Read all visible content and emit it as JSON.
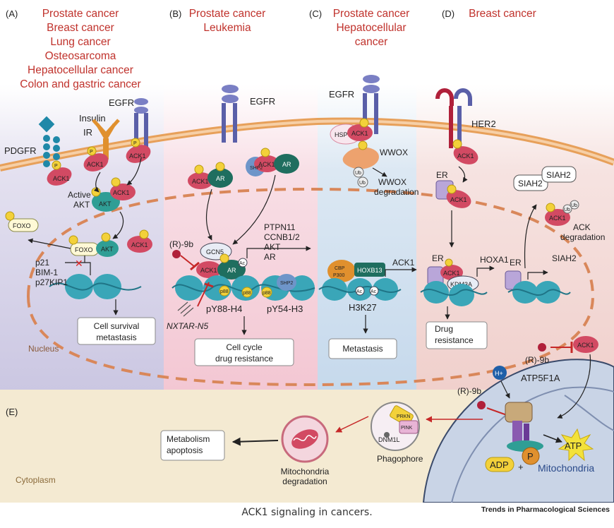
{
  "panels": {
    "a": {
      "label": "(A)",
      "cancers": [
        "Prostate cancer",
        "Breast cancer",
        "Lung cancer",
        "Osteosarcoma",
        "Hepatocellular cancer",
        "Colon and gastric cancer"
      ]
    },
    "b": {
      "label": "(B)",
      "cancers": [
        "Prostate cancer",
        "Leukemia"
      ]
    },
    "c": {
      "label": "(C)",
      "cancers": [
        "Prostate cancer",
        "Hepatocellular",
        "cancer"
      ]
    },
    "d": {
      "label": "(D)",
      "cancers": [
        "Breast cancer"
      ]
    },
    "e": {
      "label": "(E)"
    }
  },
  "labels": {
    "egfr": "EGFR",
    "pdgfr": "PDGFR",
    "insulin": "Insulin",
    "ir": "IR",
    "her2": "HER2",
    "ack1": "ACK1",
    "ack": "ACK",
    "akt": "AKT",
    "active": "Active",
    "foxo": "FOXO",
    "ar": "AR",
    "er": "ER",
    "gcn5": "GCN5",
    "shp2": "SHP2",
    "hsp": "HSP",
    "wwox": "WWOX",
    "wwox_deg": "WWOX",
    "degradation": "degradation",
    "ub": "Ub",
    "siah2": "SIAH2",
    "p": "P",
    "ac": "Ac",
    "p88": "p88",
    "r9b": "(R)-9b",
    "nxtar": "NXTAR-N5",
    "targets_b": [
      "PTPN11",
      "CCNB1/2",
      "AKT",
      "AR"
    ],
    "targets_a": [
      "p21",
      "BIM-1",
      "p27KIP1"
    ],
    "py88": "pY88-H4",
    "py54": "pY54-H3",
    "cbp": "CBP",
    "p300": "P300",
    "hoxb13": "HOXB13",
    "h3k27": "H3K27",
    "hoxa1": "HOXA1",
    "kdm3a": "KDM3A",
    "nucleus": "Nucleus",
    "atp5f1a": "ATP5F1A",
    "h_plus": "H+",
    "atp": "ATP",
    "adp": "ADP",
    "plus": "+",
    "prkn": "PRKN",
    "pink": "PINK",
    "dnm1l": "DNM1L",
    "phagophore": "Phagophore",
    "mito_deg": [
      "Mitochondria",
      "degradation"
    ],
    "mitochondria": "Mitochondria",
    "cytoplasm": "Cytoplasm"
  },
  "boxes": {
    "a": [
      "Cell survival",
      "metastasis"
    ],
    "b": [
      "Cell cycle",
      "drug resistance"
    ],
    "c": [
      "Metastasis"
    ],
    "d": [
      "Drug",
      "resistance"
    ],
    "e": [
      "Metabolism",
      "apoptosis"
    ]
  },
  "colors": {
    "title_red": "#c0322c",
    "ack1": "#d24a63",
    "akt": "#2f9e95",
    "ar": "#1f6e5f",
    "phospho": "#f3d13a",
    "membrane": "#e7a05a",
    "nucleus_edge": "#d9875a",
    "dna": "#3aa6b8",
    "panel_a": "#d9d6ea",
    "panel_b": "#f6d3dc",
    "panel_c": "#cfe0ef",
    "panel_d": "#f3dad8",
    "panel_e": "#f4ead2",
    "mito": "#c9d4e6"
  },
  "caption": "ACK1 signaling in cancers.",
  "journal": "Trends in Pharmacological Sciences"
}
